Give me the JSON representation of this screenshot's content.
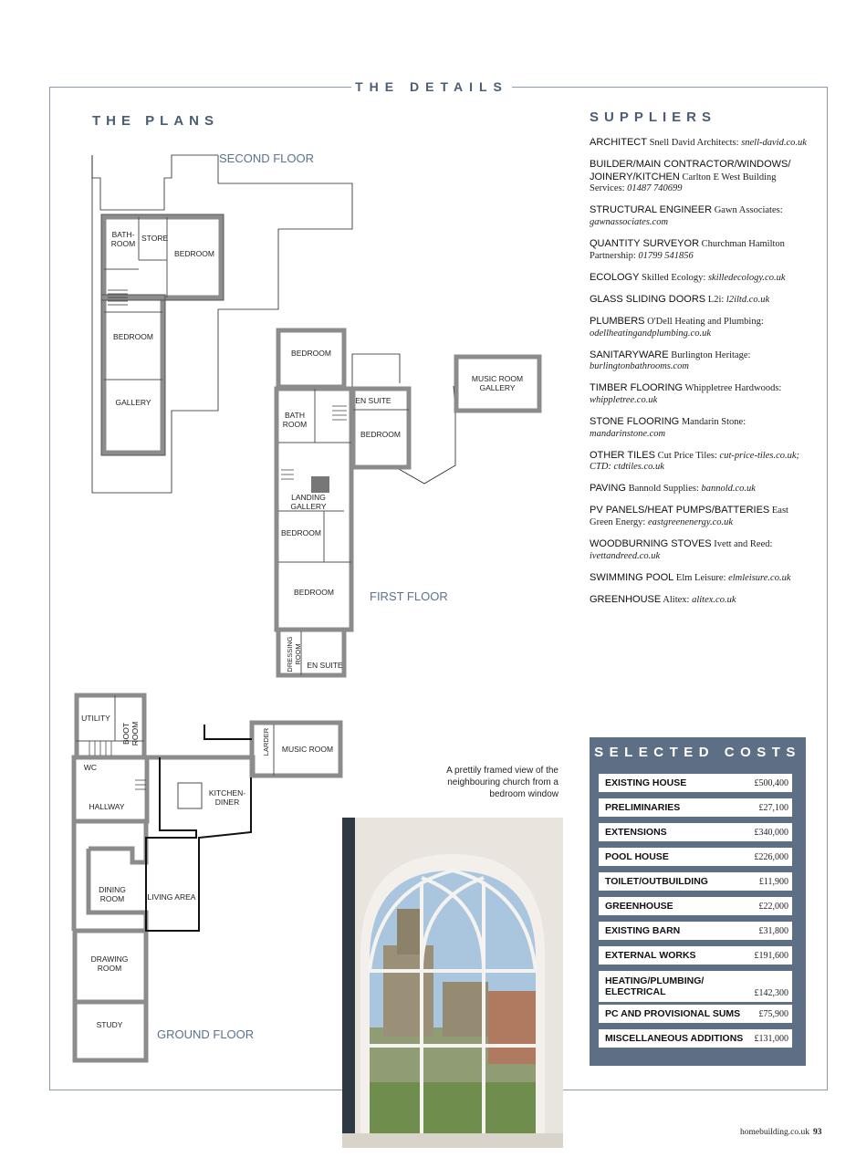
{
  "header": {
    "title": "THE DETAILS"
  },
  "plans": {
    "heading": "THE PLANS",
    "floors": {
      "second": "SECOND FLOOR",
      "first": "FIRST FLOOR",
      "ground": "GROUND FLOOR"
    },
    "rooms": {
      "sf_bathroom_1": "BATH-",
      "sf_bathroom_2": "ROOM",
      "sf_store": "STORE",
      "sf_bedroom_a": "BEDROOM",
      "sf_bedroom_b": "BEDROOM",
      "sf_gallery": "GALLERY",
      "ff_bedroom_top": "BEDROOM",
      "ff_bath_1": "BATH",
      "ff_bath_2": "ROOM",
      "ff_ensuite_top": "EN SUITE",
      "ff_bedroom_right": "BEDROOM",
      "ff_music_gallery_1": "MUSIC ROOM",
      "ff_music_gallery_2": "GALLERY",
      "ff_landing_1": "LANDING",
      "ff_landing_2": "GALLERY",
      "ff_bedroom_mid": "BEDROOM",
      "ff_bedroom_large": "BEDROOM",
      "ff_dressing_1": "DRESSING",
      "ff_dressing_2": "ROOM",
      "ff_ensuite_bottom": "EN SUITE",
      "gf_utility": "UTILITY",
      "gf_bootroom": "BOOT ROOM",
      "gf_wc": "WC",
      "gf_hallway": "HALLWAY",
      "gf_larder": "LARDER",
      "gf_music": "MUSIC ROOM",
      "gf_kitchen_1": "KITCHEN-",
      "gf_kitchen_2": "DINER",
      "gf_dining_1": "DINING",
      "gf_dining_2": "ROOM",
      "gf_living": "LIVING AREA",
      "gf_drawing_1": "DRAWING",
      "gf_drawing_2": "ROOM",
      "gf_study": "STUDY"
    }
  },
  "suppliers": {
    "heading": "SUPPLIERS",
    "items": [
      {
        "role": "ARCHITECT",
        "name": "Snell David Architects:",
        "url": "snell-david.co.uk"
      },
      {
        "role": "BUILDER/MAIN CONTRACTOR/WINDOWS/ JOINERY/KITCHEN",
        "name": "Carlton E West Building Services:",
        "url": "01487 740699"
      },
      {
        "role": "STRUCTURAL ENGINEER",
        "name": "Gawn Associates:",
        "url": "gawnassociates.com"
      },
      {
        "role": "QUANTITY SURVEYOR",
        "name": "Churchman Hamilton Partnership:",
        "url": "01799 541856"
      },
      {
        "role": "ECOLOGY",
        "name": "Skilled Ecology:",
        "url": "skilledecology.co.uk"
      },
      {
        "role": "GLASS SLIDING DOORS",
        "name": "L2i:",
        "url": "l2iltd.co.uk"
      },
      {
        "role": "PLUMBERS",
        "name": "O'Dell Heating and Plumbing:",
        "url": "odellheatingandplumbing.co.uk"
      },
      {
        "role": "SANITARYWARE",
        "name": "Burlington Heritage:",
        "url": "burlingtonbathrooms.com"
      },
      {
        "role": "TIMBER FLOORING",
        "name": "Whippletree Hardwoods:",
        "url": "whippletree.co.uk"
      },
      {
        "role": "STONE FLOORING",
        "name": "Mandarin Stone:",
        "url": "mandarinstone.com"
      },
      {
        "role": "OTHER TILES",
        "name": "Cut Price Tiles:",
        "url": "cut-price-tiles.co.uk; CTD: ctdtiles.co.uk"
      },
      {
        "role": "PAVING",
        "name": "Bannold Supplies:",
        "url": "bannold.co.uk"
      },
      {
        "role": "PV PANELS/HEAT PUMPS/BATTERIES",
        "name": "East Green Energy:",
        "url": "eastgreenenergy.co.uk"
      },
      {
        "role": "WOODBURNING STOVES",
        "name": "Ivett and Reed:",
        "url": "ivettandreed.co.uk"
      },
      {
        "role": "SWIMMING POOL",
        "name": "Elm Leisure:",
        "url": "elmleisure.co.uk"
      },
      {
        "role": "GREENHOUSE",
        "name": "Alitex:",
        "url": "alitex.co.uk"
      }
    ]
  },
  "costs": {
    "heading": "SELECTED COSTS",
    "rows": [
      {
        "label": "EXISTING HOUSE",
        "amount": "£500,400"
      },
      {
        "label": "PRELIMINARIES",
        "amount": "£27,100"
      },
      {
        "label": "EXTENSIONS",
        "amount": "£340,000"
      },
      {
        "label": "POOL HOUSE",
        "amount": "£226,000"
      },
      {
        "label": "TOILET/OUTBUILDING",
        "amount": "£11,900"
      },
      {
        "label": "GREENHOUSE",
        "amount": "£22,000"
      },
      {
        "label": "EXISTING BARN",
        "amount": "£31,800"
      },
      {
        "label": "EXTERNAL WORKS",
        "amount": "£191,600"
      },
      {
        "label": "HEATING/PLUMBING/ ELECTRICAL",
        "amount": "£142,300"
      },
      {
        "label": "PC AND PROVISIONAL SUMS",
        "amount": "£75,900"
      },
      {
        "label": "MISCELLANEOUS ADDITIONS",
        "amount": "£131,000"
      }
    ]
  },
  "photo": {
    "caption": "A prettily framed view of the neighbouring church from a bedroom window"
  },
  "footer": {
    "site": "homebuilding.co.uk",
    "page": "93"
  },
  "colors": {
    "accent": "#4a5d75",
    "frame": "#8a9aac",
    "costs_bg": "#5d6f84",
    "wall": "#8c8c8c"
  }
}
